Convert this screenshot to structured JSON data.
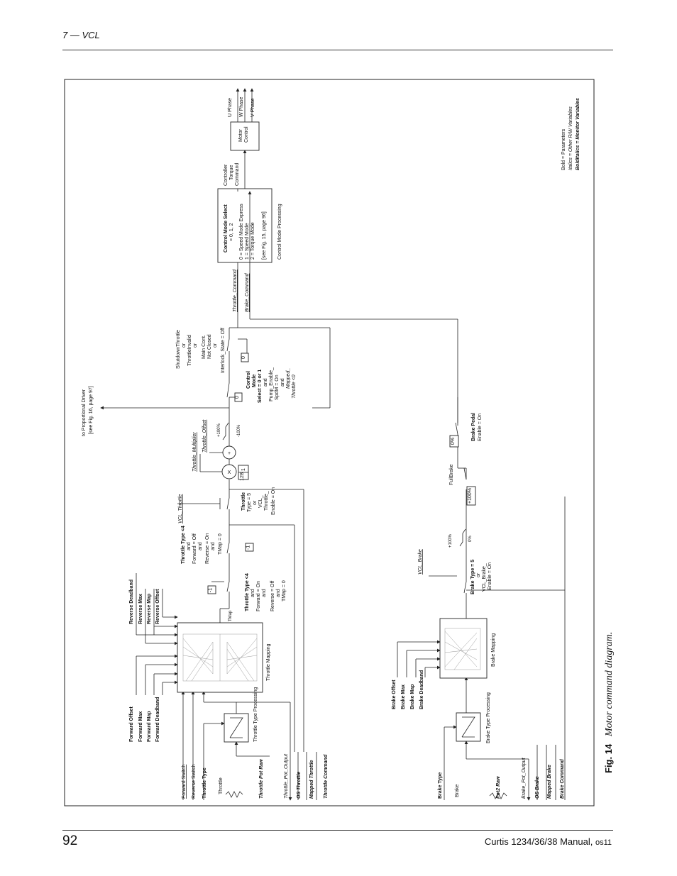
{
  "header": {
    "section": "7 — VCL"
  },
  "footer": {
    "page_number": "92",
    "manual_title": "Curtis 1234/36/38 Manual,",
    "revision": "os11"
  },
  "figure": {
    "caption_label": "Fig. 14",
    "caption_text": "Motor command diagram.",
    "throttle_inputs": {
      "forward_switch": "Forward Switch",
      "reverse_switch": "Reverse Switch",
      "throttle_type": "Throttle Type",
      "throttle": "Throttle",
      "throttle_pot_raw": "Throttle Pot Raw",
      "throttle_pot_output": "Throttle_Pot_Output",
      "os_throttle": "OS Throttle",
      "mapped_throttle": "Mapped Throttle",
      "throttle_command": "Throttle Command"
    },
    "throttle_params": [
      "Forward Offset",
      "Forward Max",
      "Forward Map",
      "Forward Deadband"
    ],
    "reverse_params": [
      "Reverse Deadband",
      "Reverse Max",
      "Reverse Map",
      "Reverse Offset"
    ],
    "throttle_type_processing": "Throttle Type Processing",
    "throttle_mapping": "Throttle Mapping",
    "tmap": "TMap",
    "minus1": "-1",
    "switch1_cond": [
      "Throttle Type <4",
      "and",
      "Forward = On",
      "and",
      "Reverse = Off",
      "and",
      "TMap = 0"
    ],
    "switch2_cond": [
      "Throttle Type <4",
      "and",
      "Forward = Off",
      "and",
      "Reverse = On",
      "and",
      "TMap = 0"
    ],
    "switch3_cond": [
      "Throttle",
      "Type = 5",
      "or",
      "VCL_",
      "Throttle_",
      "Enable = On"
    ],
    "vcl_throttle": "VCL_Throttle",
    "multiply": "X",
    "add": "+",
    "divisor_top": "1",
    "divisor_bottom": "128",
    "throttle_multiplier": "Throttle_Multiplier",
    "throttle_offset": "Throttle_Offset",
    "limit_top": "+100%",
    "limit_bottom": "-100%",
    "proportional_driver": [
      "to Proportional Driver",
      "[see Fig. 16, page 97]"
    ],
    "switch4_cond": [
      "Control",
      "Mode",
      "Select = 0 or 1",
      "and",
      "Pump_Enable_",
      "SpdM = On",
      "and",
      "Mapped_",
      "Throttle <0"
    ],
    "zero": "0",
    "switch5_cond": [
      "ShutdownThrottle",
      "or",
      "ThrottleInvalid",
      "or",
      "Main Cont.",
      "Not Closed",
      "or",
      "Interlock_State = Off"
    ],
    "throttle_command_out": "Throttle_Command",
    "brake_command_out": "Brake_Command",
    "control_mode": {
      "title": "Control Mode Select",
      "values": "= 0, 1, 2",
      "opt0": "0 = Speed Mode Express",
      "opt1": "1 = Speed Mode",
      "opt2": "2 = Torque Mode",
      "ref": "[see Fig. 15, page 96]",
      "label": "Control Mode Processing"
    },
    "controller_torque": [
      "Controller",
      "Torque",
      "Command"
    ],
    "motor_control": [
      "Motor",
      "Control"
    ],
    "phases": [
      "U Phase",
      "W Phase",
      "V Phase"
    ],
    "legend": {
      "bold": "Bold = Parameters",
      "italics": "Italics = Other R/W Variables",
      "bolditalics": "BoldItalics = Monitor Variables"
    },
    "brake_inputs": {
      "brake_type": "Brake Type",
      "brake": "Brake",
      "pot2_raw": "Pot2 Raw",
      "brake_pot_output": "Brake_Pot_Output",
      "os_brake": "OS Brake",
      "mapped_brake": "Mapped Brake",
      "brake_command": "Brake Command"
    },
    "brake_params": [
      "Brake Offset",
      "Brake Max",
      "Brake Map",
      "Brake Deadband"
    ],
    "brake_type_processing": "Brake Type Processing",
    "brake_mapping": "Brake Mapping",
    "switch6_cond": [
      "Brake Type = 5",
      "or",
      "VCL_Brake_",
      "Enable = On"
    ],
    "vcl_brake": "VCL_Brake",
    "brake_limit_top": "+100%",
    "brake_limit_bottom": "0%",
    "fullbrake": "FullBrake",
    "fullbrake_value": "+100%",
    "brake_pedal_zero": "0%",
    "brake_pedal_cond": [
      "Brake Pedal",
      "Enable = On"
    ]
  }
}
